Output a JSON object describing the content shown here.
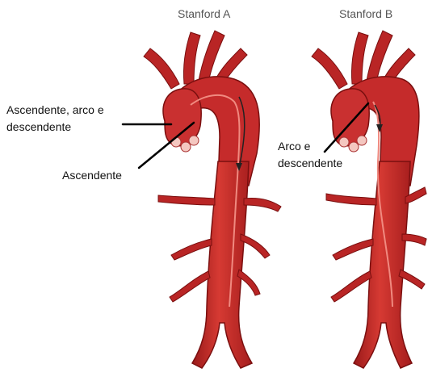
{
  "panels": [
    {
      "title": "Stanford A"
    },
    {
      "title": "Stanford B"
    }
  ],
  "annotations": [
    {
      "line1": "Ascendente, arco e",
      "line2": "descendente"
    },
    {
      "line1": "Ascendente"
    },
    {
      "line1": "Arco e",
      "line2": "descendente"
    }
  ],
  "colors": {
    "aorta_fill": "#cc2e2e",
    "aorta_dark": "#8e1313",
    "aorta_highlight": "#f08a80",
    "valve": "#f4c7c0",
    "pointer_line": "#000000"
  }
}
